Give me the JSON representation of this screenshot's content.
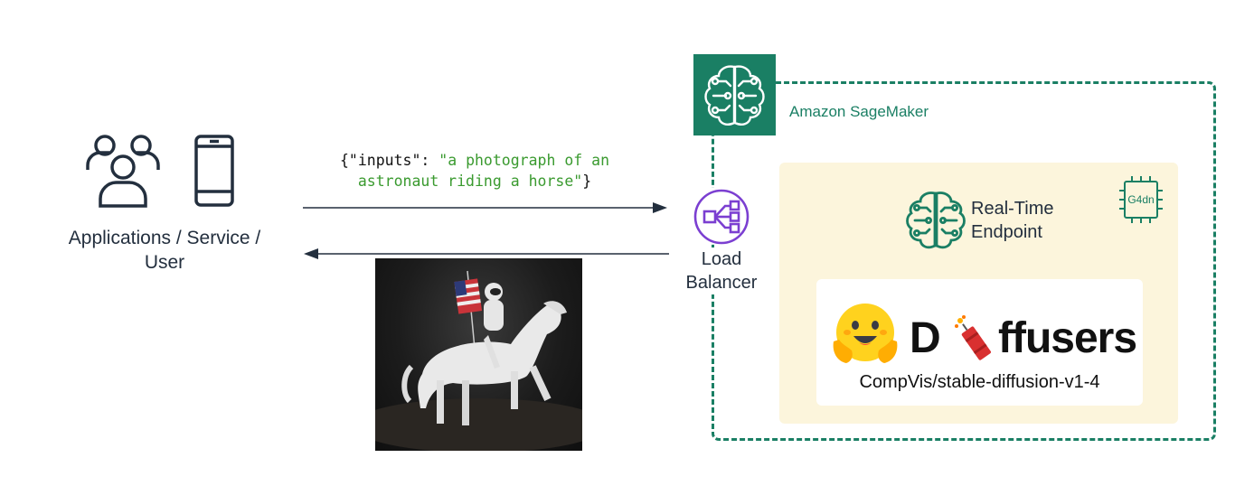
{
  "client": {
    "label_line1": "Applications / Service /",
    "label_line2": "User",
    "icons": [
      "users-icon",
      "mobile-phone-icon"
    ]
  },
  "request": {
    "key_part": "{\"inputs\": ",
    "value_line1": "\"a photograph of an",
    "value_line2": "astronaut riding a horse\"",
    "close": "}"
  },
  "response": {
    "image": "astronaut-riding-horse-photo"
  },
  "sagemaker": {
    "label": "Amazon SageMaker",
    "color": "#1a7f64",
    "icon": "sagemaker-brain-icon"
  },
  "load_balancer": {
    "label_line1": "Load",
    "label_line2": "Balancer",
    "color": "#7b3fd1",
    "icon": "load-balancer-icon"
  },
  "endpoint": {
    "label_line1": "Real-Time",
    "label_line2": "Endpoint",
    "instance_label": "G4dn",
    "panel_color": "#fcf5dc"
  },
  "diffusers": {
    "word_first": "D",
    "word_rest": "ffusers",
    "model": "CompVis/stable-diffusion-v1-4"
  }
}
